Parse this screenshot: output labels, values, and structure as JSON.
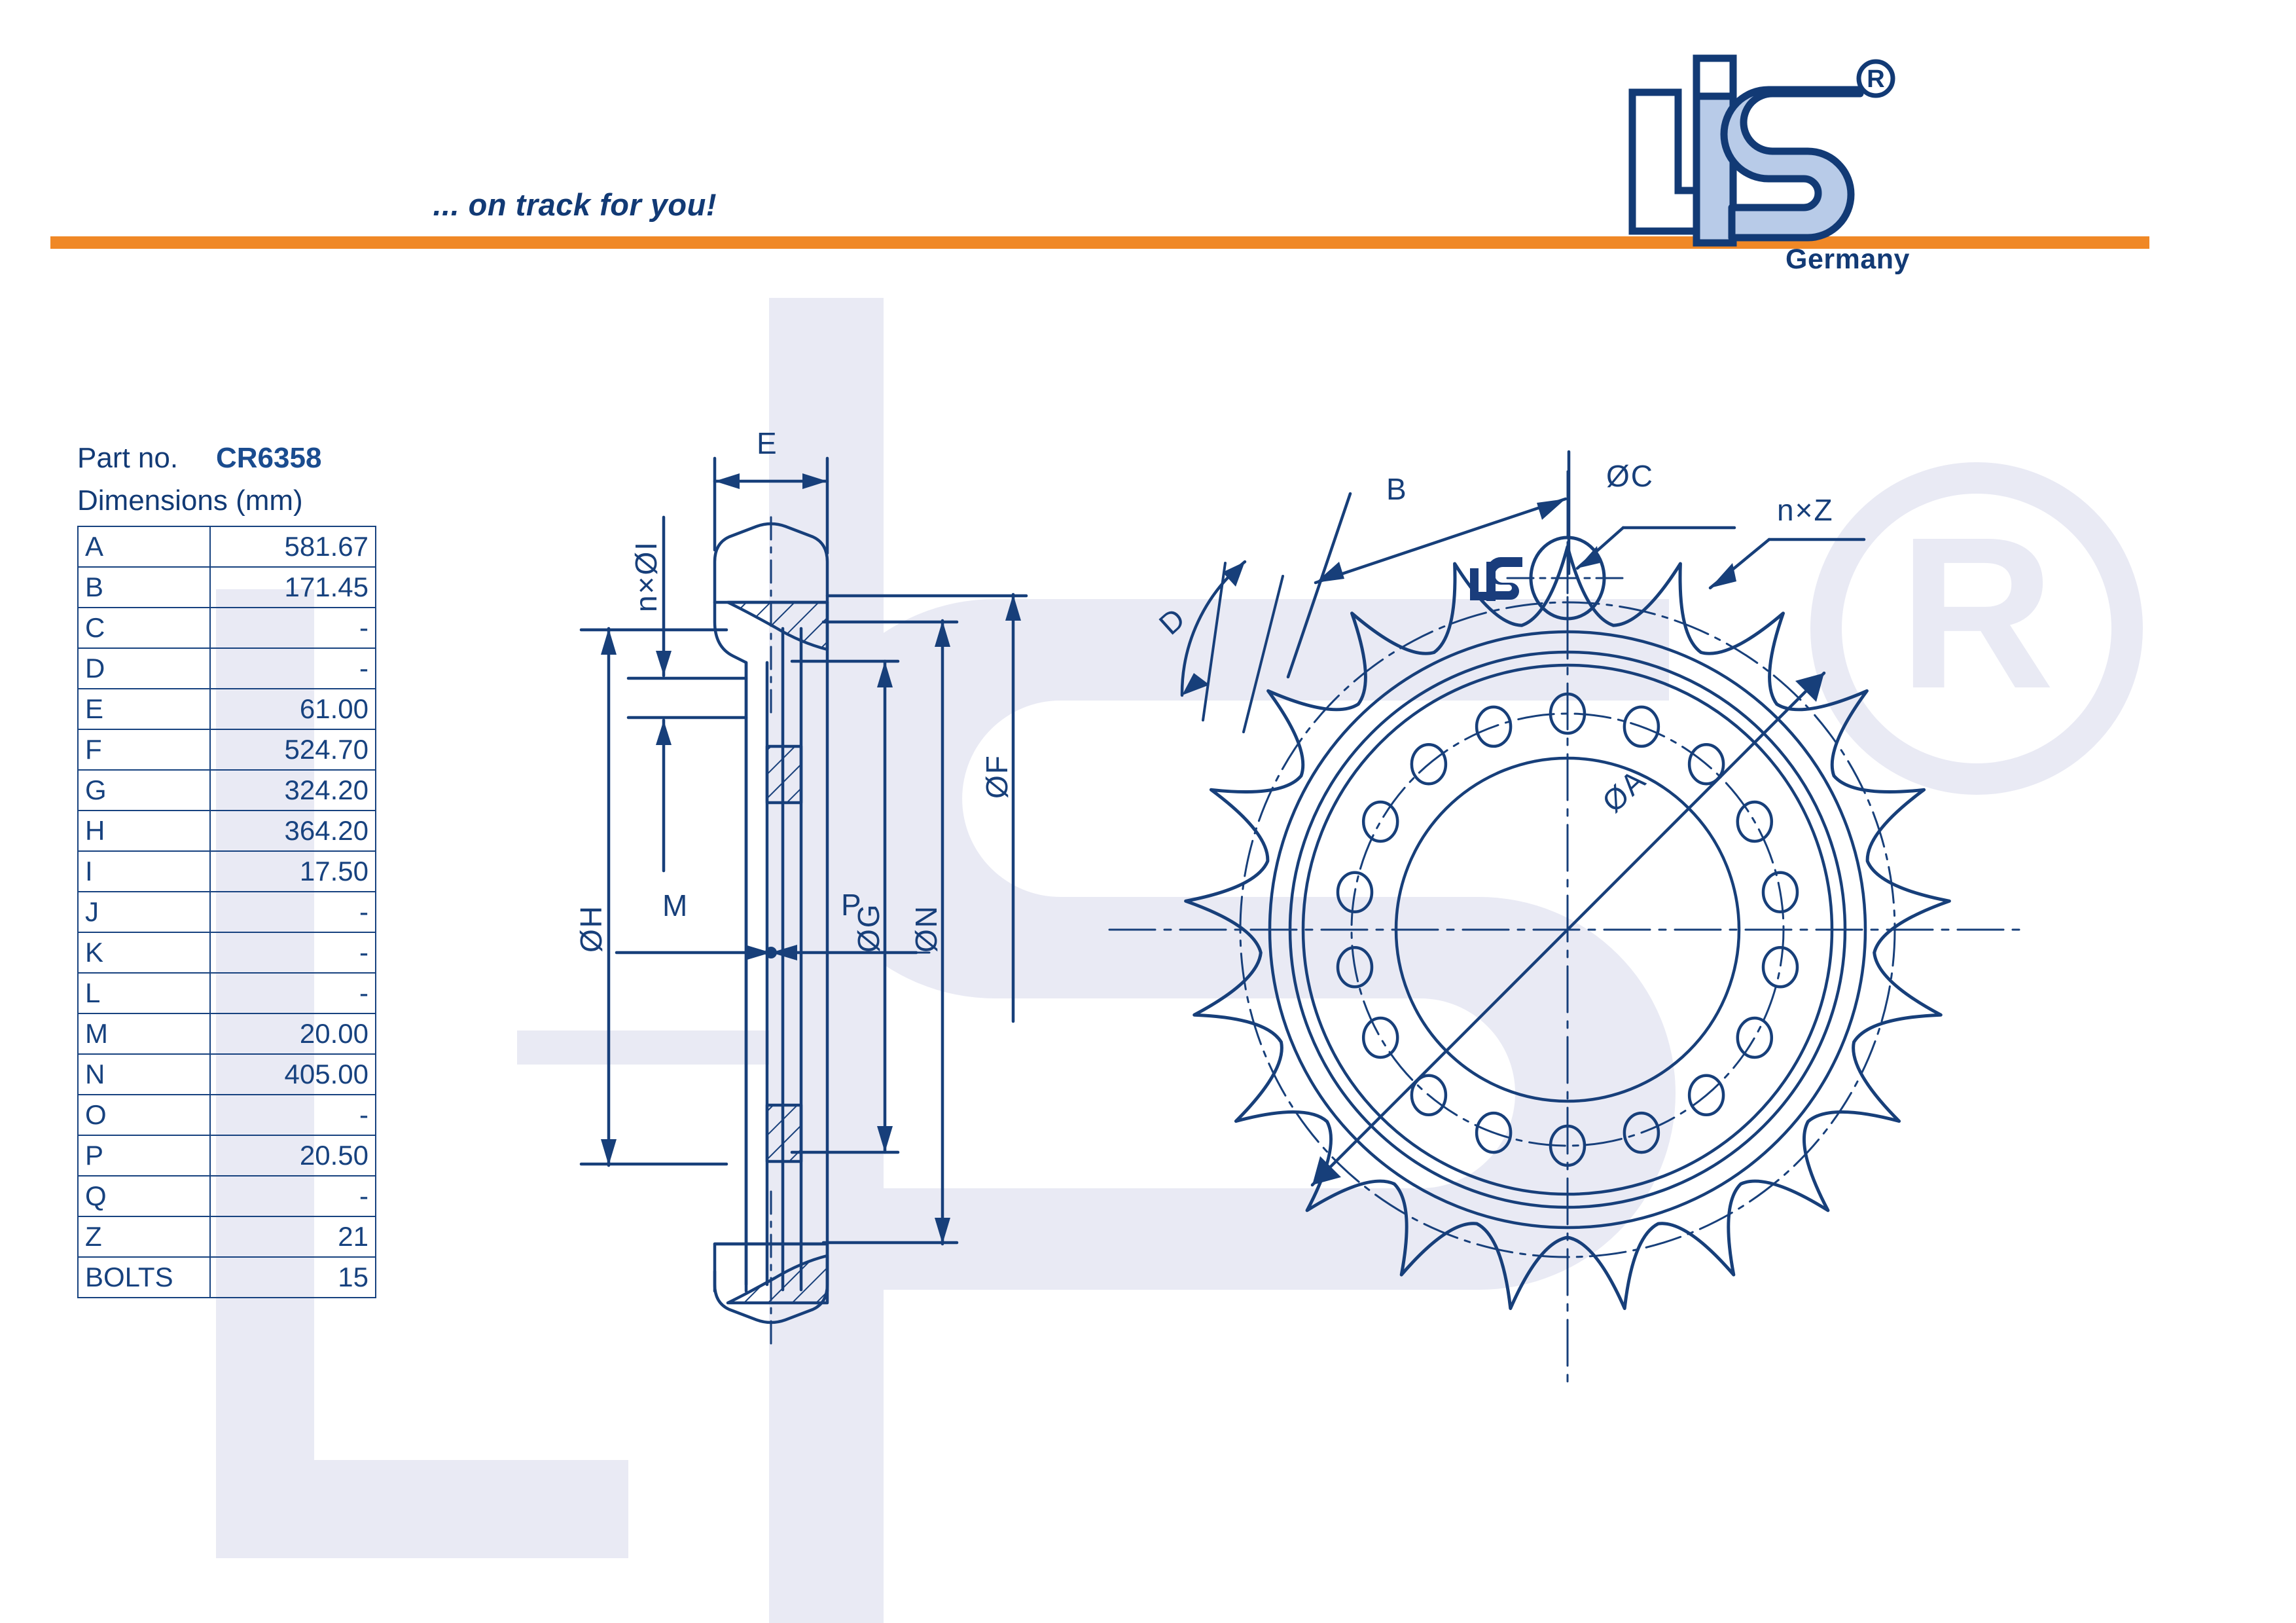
{
  "header": {
    "tagline": "... on track for you!",
    "logo_text": "LIS",
    "logo_registered": "®",
    "logo_country": "Germany",
    "accent_color": "#F08826",
    "brand_color": "#123a75",
    "brand_light": "#b8cbe8"
  },
  "part": {
    "part_no_label": "Part no.",
    "part_no_value": "CR6358",
    "dimensions_label": "Dimensions (mm)"
  },
  "table": {
    "rows": [
      {
        "key": "A",
        "value": "581.67"
      },
      {
        "key": "B",
        "value": "171.45"
      },
      {
        "key": "C",
        "value": "-"
      },
      {
        "key": "D",
        "value": "-"
      },
      {
        "key": "E",
        "value": "61.00"
      },
      {
        "key": "F",
        "value": "524.70"
      },
      {
        "key": "G",
        "value": "324.20"
      },
      {
        "key": "H",
        "value": "364.20"
      },
      {
        "key": "I",
        "value": "17.50"
      },
      {
        "key": "J",
        "value": "-"
      },
      {
        "key": "K",
        "value": "-"
      },
      {
        "key": "L",
        "value": "-"
      },
      {
        "key": "M",
        "value": "20.00"
      },
      {
        "key": "N",
        "value": "405.00"
      },
      {
        "key": "O",
        "value": "-"
      },
      {
        "key": "P",
        "value": "20.50"
      },
      {
        "key": "Q",
        "value": "-"
      },
      {
        "key": "Z",
        "value": "21"
      },
      {
        "key": "BOLTS",
        "value": "15"
      }
    ]
  },
  "section_view": {
    "labels": {
      "e": "E",
      "n_x_phi_i": "n×ØI",
      "m": "M",
      "p": "P",
      "phi_h": "ØH",
      "phi_g": "ØG",
      "phi_n": "ØN",
      "phi_f": "ØF"
    }
  },
  "front_view": {
    "labels": {
      "b": "B",
      "phi_c": "ØC",
      "n_x_z": "n×Z",
      "d": "D",
      "phi_a": "ØA"
    },
    "teeth_count": 21,
    "bolt_holes_count": 15,
    "hub_mark": "LIS"
  },
  "watermark": {
    "text": "LIS",
    "registered": "®",
    "color": "#e9eaf4"
  }
}
